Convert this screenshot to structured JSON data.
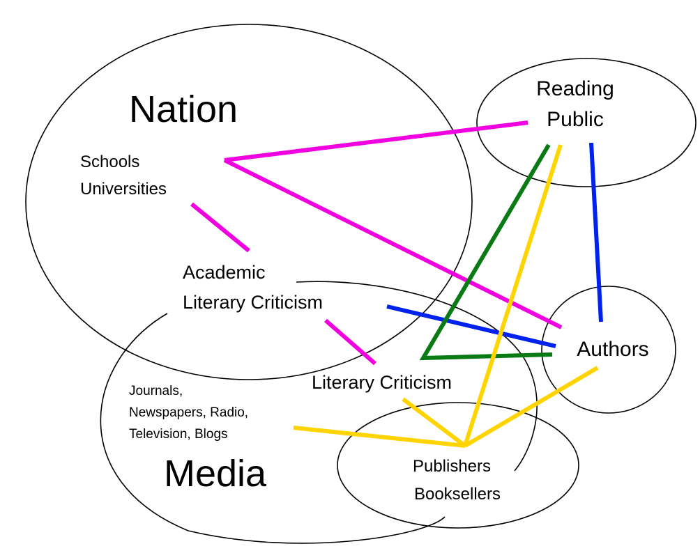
{
  "diagram": {
    "groups": {
      "nation": {
        "title": "Nation",
        "members": [
          "Schools",
          "Universities"
        ]
      },
      "media": {
        "title": "Media",
        "members": [
          "Journals,",
          "Newspapers, Radio,",
          "Television, Blogs"
        ]
      },
      "reading_public": {
        "lines": [
          "Reading",
          "Public"
        ]
      },
      "authors": {
        "lines": [
          "Authors"
        ]
      },
      "publishers": {
        "lines": [
          "Publishers",
          "Booksellers"
        ]
      }
    },
    "nodes": {
      "academic": {
        "lines": [
          "Academic",
          "Literary Criticism"
        ]
      },
      "literary_criticism": {
        "lines": [
          "Literary Criticism"
        ]
      }
    },
    "connection_colors": {
      "magenta": "#f000e0",
      "blue": "#0022ee",
      "green": "#0a7a14",
      "yellow": "#ffd400"
    }
  }
}
